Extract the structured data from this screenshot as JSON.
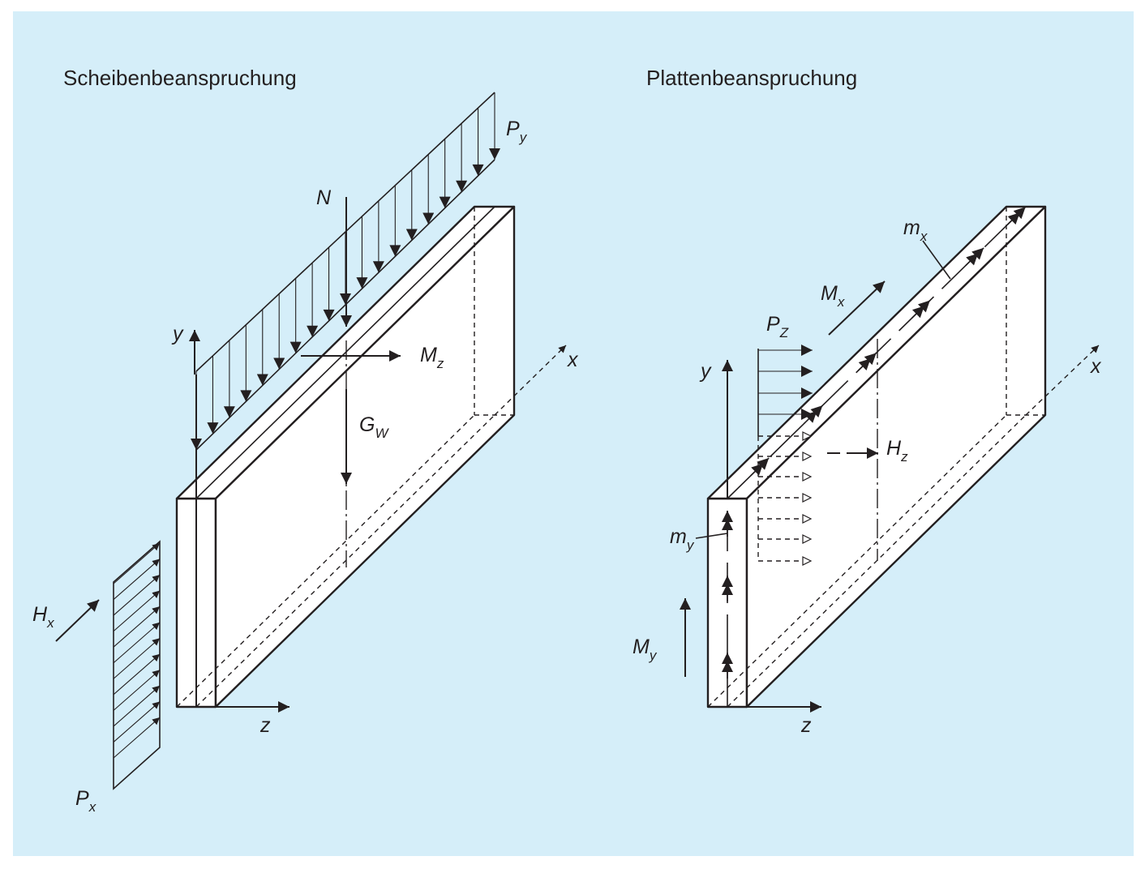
{
  "titles": {
    "left": "Scheibenbeanspruchung",
    "right": "Plattenbeanspruchung"
  },
  "left_labels": {
    "N": "N",
    "Py_main": "P",
    "Py_sub": "y",
    "y": "y",
    "Mz_main": "M",
    "Mz_sub": "z",
    "x": "x",
    "Gw_main": "G",
    "Gw_sub": "W",
    "Hx_main": "H",
    "Hx_sub": "x",
    "Px_main": "P",
    "Px_sub": "x",
    "z": "z"
  },
  "right_labels": {
    "mx_main": "m",
    "mx_sub": "x",
    "Mx_main": "M",
    "Mx_sub": "x",
    "Pz_main": "P",
    "Pz_sub": "Z",
    "y": "y",
    "x": "x",
    "Hz_main": "H",
    "Hz_sub": "z",
    "my_main": "m",
    "my_sub": "y",
    "My_main": "M",
    "My_sub": "y",
    "z": "z"
  },
  "colors": {
    "background": "#d5eef9",
    "line": "#231f20",
    "face": "#ffffff"
  }
}
